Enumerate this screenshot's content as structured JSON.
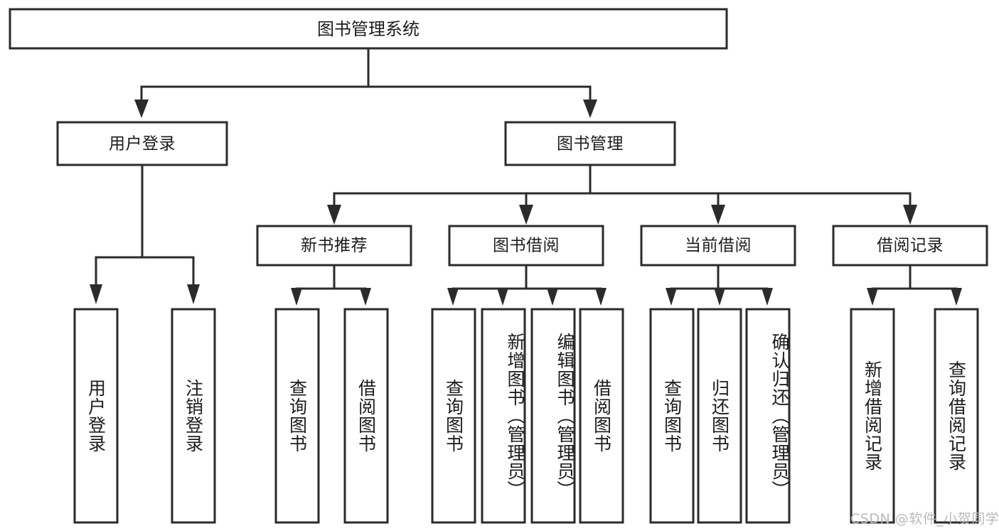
{
  "diagram": {
    "type": "hierarchy-tree",
    "title": "图书管理系统",
    "root": {
      "label": "图书管理系统"
    },
    "level1": [
      {
        "label": "用户登录"
      },
      {
        "label": "图书管理"
      }
    ],
    "level2": [
      {
        "label": "新书推荐"
      },
      {
        "label": "图书借阅"
      },
      {
        "label": "当前借阅"
      },
      {
        "label": "借阅记录"
      }
    ],
    "leaves": {
      "user_login": [
        {
          "label": "用户登录"
        },
        {
          "label": "注销登录"
        }
      ],
      "new_book_recommend": [
        {
          "label": "查询图书"
        },
        {
          "label": "借阅图书"
        }
      ],
      "book_borrow": [
        {
          "label": "查询图书"
        },
        {
          "label": "新增图书（管理员）"
        },
        {
          "label": "编辑图书（管理员）"
        },
        {
          "label": "借阅图书"
        }
      ],
      "current_borrow": [
        {
          "label": "查询图书"
        },
        {
          "label": "归还图书"
        },
        {
          "label": "确认归还（管理员）"
        }
      ],
      "borrow_record": [
        {
          "label": "新增借阅记录"
        },
        {
          "label": "查询借阅记录"
        }
      ]
    }
  },
  "watermark": {
    "text": "CSDN @软件_小贺同学"
  },
  "colors": {
    "stroke": "#2b2b2b",
    "fill": "#ffffff",
    "text": "#1c1c1c",
    "watermark": "#b9b9b9"
  }
}
